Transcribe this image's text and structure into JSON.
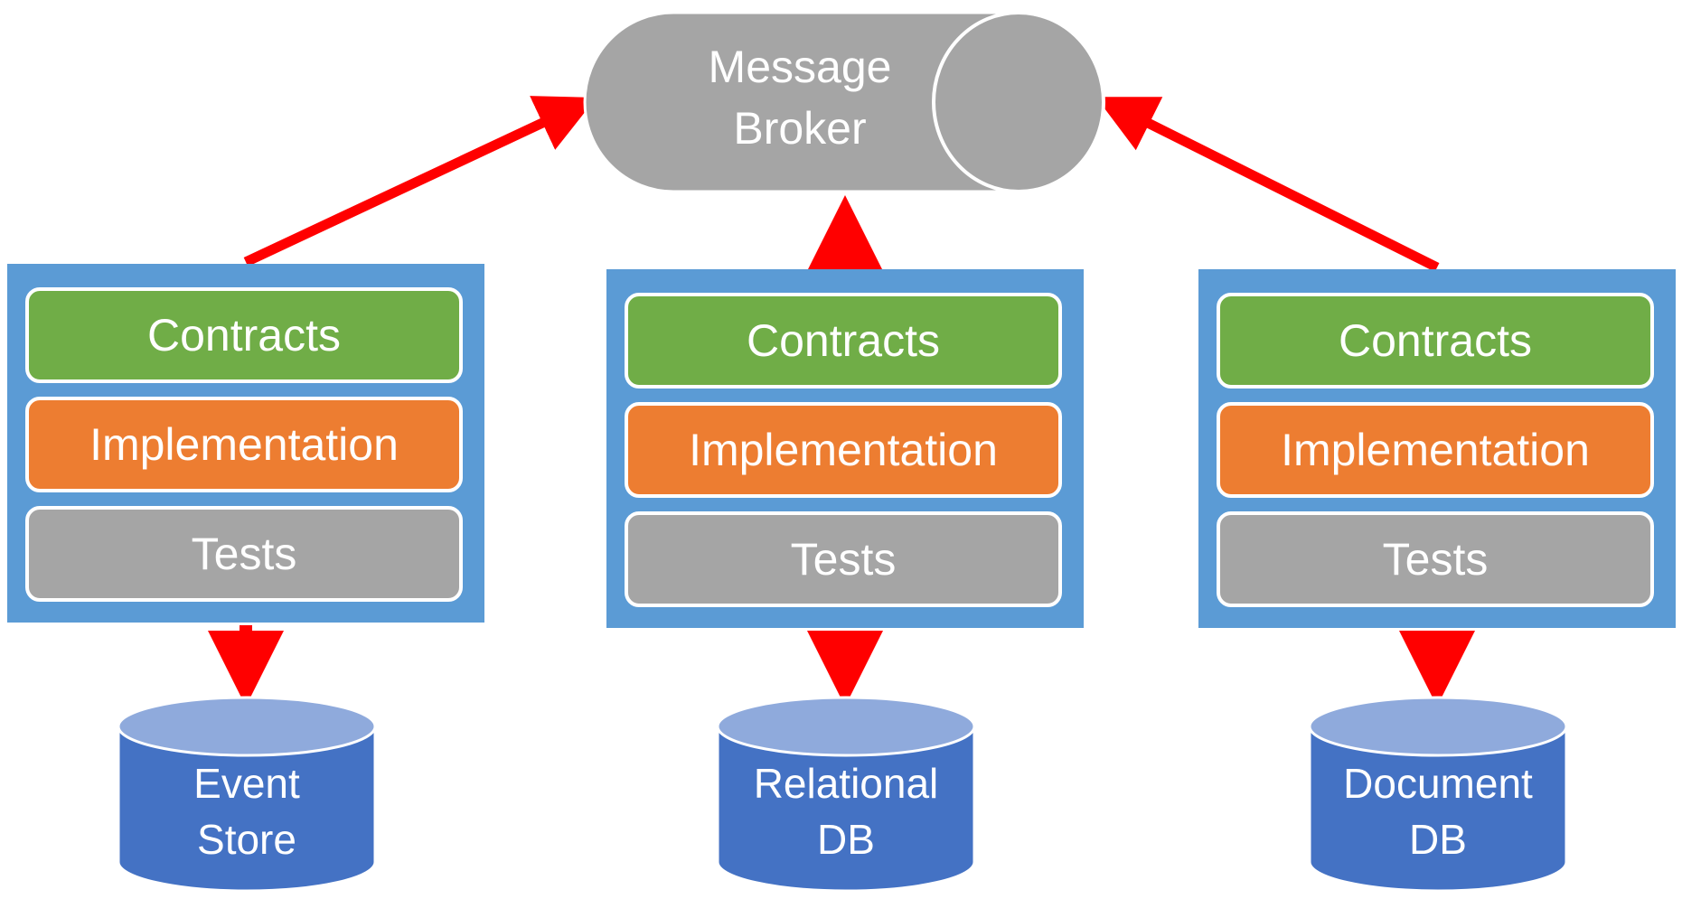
{
  "broker": {
    "label": "Message\nBroker",
    "fill": "#a5a5a5"
  },
  "services": [
    {
      "contracts": "Contracts",
      "implementation": "Implementation",
      "tests": "Tests",
      "database": "Event\nStore"
    },
    {
      "contracts": "Contracts",
      "implementation": "Implementation",
      "tests": "Tests",
      "database": "Relational\nDB"
    },
    {
      "contracts": "Contracts",
      "implementation": "Implementation",
      "tests": "Tests",
      "database": "Document\nDB"
    }
  ],
  "colors": {
    "service_bg": "#5b9bd5",
    "contracts": "#70ad47",
    "implementation": "#ed7d31",
    "tests": "#a5a5a5",
    "db_body": "#4472c4",
    "db_top": "#8faadc",
    "arrow": "#ff0000"
  }
}
